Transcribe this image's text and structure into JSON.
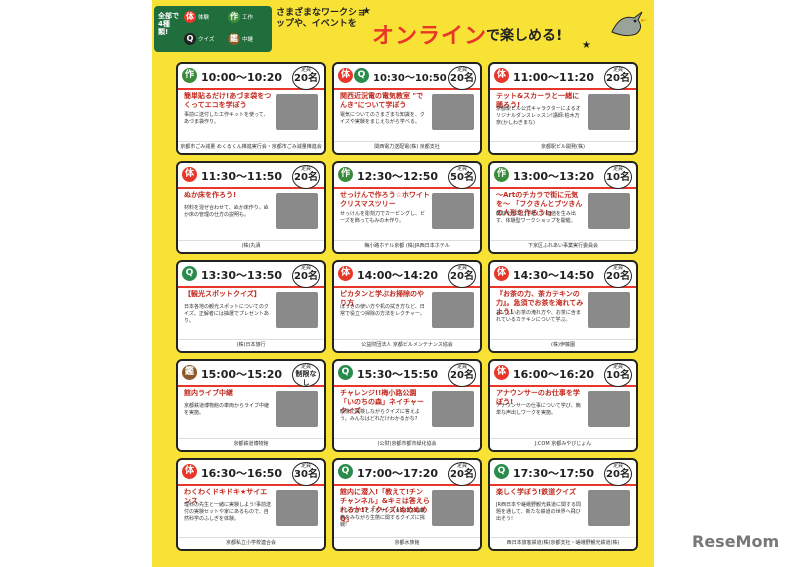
{
  "header": {
    "badge_intro": "全部で4種類!",
    "icons": [
      {
        "char": "体",
        "label": "体験",
        "color": "#e8372a"
      },
      {
        "char": "作",
        "label": "工作",
        "color": "#3b8c3a"
      },
      {
        "char": "Q",
        "label": "クイズ",
        "color": "#2a8c4c"
      },
      {
        "char": "鑑",
        "label": "中継",
        "color": "#8b5a2b"
      }
    ],
    "subtitle": "さまざまなワークショップや、イベントを",
    "headline": "オンライン",
    "tail": "で楽しめる!"
  },
  "cards": [
    {
      "icons": [
        "作"
      ],
      "time": "10:00〜10:20",
      "cap_label": "定員",
      "cap_value": "20名",
      "title": "簡単貼るだけ!あづま袋をつくってエコを学ぼう",
      "desc": "事前に送付した工作キットを使って、あづま袋作り。",
      "org": "京都市ごみ減量 めくるくん推進実行会・京都市ごみ減量推進会議・岡志社えこすクラブ"
    },
    {
      "icons": [
        "体",
        "Q"
      ],
      "time": "10:30〜10:50",
      "cap_label": "定員",
      "cap_value": "20名",
      "title": "関西近況電の電気教室 \"でんき\"について学ぼう",
      "desc": "電気についてのさまざまな知識を、クイズや実験をまじえながら学べる。",
      "org": "関西電力送配電(株) 京都支社"
    },
    {
      "icons": [
        "体"
      ],
      "time": "11:00〜11:20",
      "cap_label": "定員",
      "cap_value": "20名",
      "title": "テット&スカーラと一緒に踊ろう!",
      "desc": "京都駅ビル公式キャラクターによるオリジナルダンスレッスン!講師:柏木万奈(かしわぎまな)",
      "org": "京都駅ビル開発(株)"
    },
    {
      "icons": [
        "体"
      ],
      "time": "11:30〜11:50",
      "cap_label": "定員",
      "cap_value": "20名",
      "title": "ぬか床を作ろう!",
      "desc": "材料を混ぜ合わせて、ぬか床作り。ぬか床の管理の仕方の説明も。",
      "org": "(株)丸漬"
    },
    {
      "icons": [
        "作"
      ],
      "time": "12:30〜12:50",
      "cap_label": "定員",
      "cap_value": "50名",
      "title": "せっけんで作ろう☆ホワイトクリスマスツリー",
      "desc": "せっけんを彫刻刀でカービングし、ビーズを飾ってもみの木作り。",
      "org": "梅小路ホテル京都 (株)JR西日本ホテル"
    },
    {
      "icons": [
        "作"
      ],
      "time": "13:00〜13:20",
      "cap_label": "定員",
      "cap_value": "10名",
      "title": "〜Artのチカラで街に元気を〜 「フクきんとブツきんの人形を作ろう!」",
      "desc": "廃材を加工して新しい価値を生み出す、体験型ワークショップを開催。",
      "org": "下京区ふれあい事業実行委員会"
    },
    {
      "icons": [
        "Q"
      ],
      "time": "13:30〜13:50",
      "cap_label": "定員",
      "cap_value": "20名",
      "title": "【観光スポットクイズ】",
      "desc": "日本各地の観光スポットについてのクイズ。正解者には抽選でプレゼントあり。",
      "org": "(株)日本旅行"
    },
    {
      "icons": [
        "体"
      ],
      "time": "14:00〜14:20",
      "cap_label": "定員",
      "cap_value": "20名",
      "title": "ピカタンと学ぶお掃除のやり方",
      "desc": "ほうきの使い方や机の拭き方など、日常で役立つ掃除の方法をレクチャー。",
      "org": "公益財団法人 京都ビルメンテナンス協会"
    },
    {
      "icons": [
        "体"
      ],
      "time": "14:30〜14:50",
      "cap_label": "定員",
      "cap_value": "20名",
      "title": "『お茶の力、茶カテキンの力』。急須でお茶を淹れてみよう!",
      "desc": "おいしいお茶の淹れ方や、お茶に含まれているカテキンについて学ぶ。",
      "org": "(株)伊藤園"
    },
    {
      "icons": [
        "鑑"
      ],
      "time": "15:00〜15:20",
      "cap_label": "定員",
      "cap_value": "制限なし",
      "title": "館内ライブ中継",
      "desc": "京都鉄道博物館の車両からライブ中継を実施。",
      "org": "京都鉄道博物館"
    },
    {
      "icons": [
        "Q"
      ],
      "time": "15:30〜15:50",
      "cap_label": "定員",
      "cap_value": "20名",
      "title": "チャレンジ!!梅小路公園「いのちの森」ネイチャークイズ",
      "desc": "映像で探検しながらクイズに答えよう。みんなはどれだけわかるかな?",
      "org": "(公財)京都市都市緑化協会"
    },
    {
      "icons": [
        "体"
      ],
      "time": "16:00〜16:20",
      "cap_label": "定員",
      "cap_value": "10名",
      "title": "アナウンサーのお仕事を学ぼう!",
      "desc": "アナウンサーの仕事について学び、簡単な声出しワークを実施。",
      "org": "J:COM 京都みやびじょん"
    },
    {
      "icons": [
        "体"
      ],
      "time": "16:30〜16:50",
      "cap_label": "定員",
      "cap_value": "30名",
      "title": "わくわくドキドキ★サイエンス",
      "desc": "理科の先生と一緒に実験しよう!事前送付の実験セットや家にあるもので、自然科学のふしぎを体験。",
      "org": "京都私立小学校連合会"
    },
    {
      "icons": [
        "Q"
      ],
      "time": "17:00〜17:20",
      "cap_label": "定員",
      "cap_value": "20名",
      "title": "館内に潜入!「教えて!チンチャンネル」&キミは答えられるか!?「クイズ!ぬめぬめQ」",
      "desc": "チンアナゴとオオサンショウウオの映像をみながら生態に関するクイズに挑戦!",
      "org": "京都水族館"
    },
    {
      "icons": [
        "Q"
      ],
      "time": "17:30〜17:50",
      "cap_label": "定員",
      "cap_value": "20名",
      "title": "楽しく学ぼう!鉄道クイズ",
      "desc": "JR西日本や嵯峨野観光鉄道に関する問題を通して、新たな鉄道の世界へ飛び出そう!",
      "org": "西日本旅客鉄道(株)京都支社・嵯峨野観光鉄道(株)"
    }
  ],
  "colors": {
    "tai": "#e8372a",
    "sak": "#3b8c3a",
    "q": "#2a8c4c",
    "kan": "#8b5a2b"
  },
  "watermark": "ReseMom"
}
